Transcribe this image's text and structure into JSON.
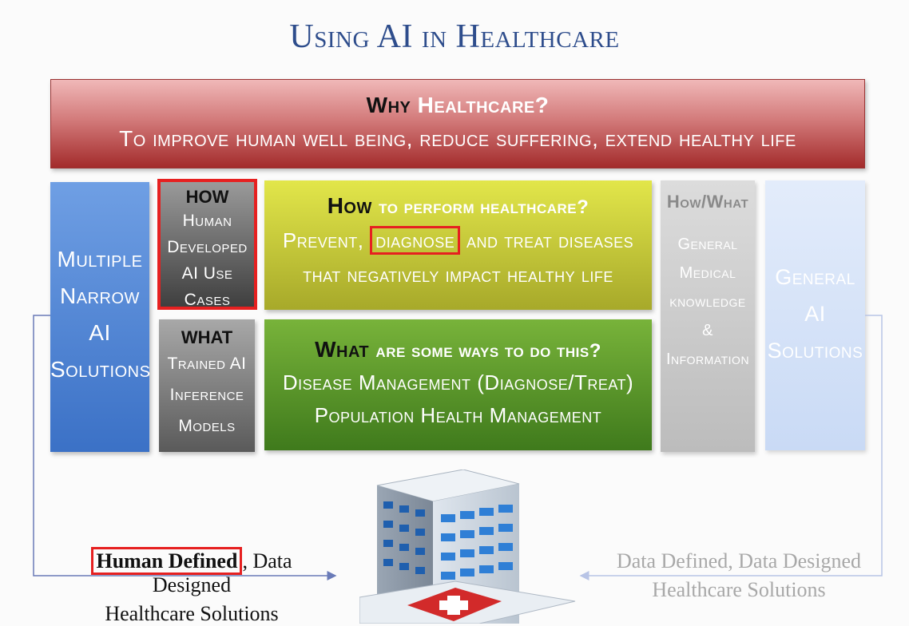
{
  "title": "Using AI in Healthcare",
  "why": {
    "keyword": "Why",
    "heading": "Healthcare?",
    "statement": "To improve human well being, reduce suffering, extend healthy life"
  },
  "left_column": {
    "lines": [
      "Multiple",
      "Narrow",
      "AI",
      "Solutions"
    ]
  },
  "how_small": {
    "keyword": "HOW",
    "lines": [
      "Human",
      "Developed",
      "AI Use Cases"
    ]
  },
  "what_small": {
    "keyword": "WHAT",
    "lines": [
      "Trained AI",
      "Inference",
      "Models"
    ]
  },
  "how_big": {
    "keyword": "How",
    "heading_rest": "to perform healthcare?",
    "line2_pre": "Prevent, ",
    "line2_highlight": "diagnose",
    "line2_post": " and treat diseases",
    "line3": "that negatively impact healthy life"
  },
  "what_big": {
    "keyword": "What",
    "heading_rest": "are some ways to do this?",
    "line2": "Disease Management (Diagnose/Treat)",
    "line3": "Population Health Management"
  },
  "general_knowledge": {
    "keyword": "How/What",
    "lines": [
      "General",
      "Medical",
      "knowledge",
      "&",
      "Information"
    ]
  },
  "right_column": {
    "lines": [
      "General",
      "AI",
      "Solutions"
    ]
  },
  "captions": {
    "left_highlight": "Human Defined",
    "left_rest": ", Data Designed",
    "left_line2": "Healthcare Solutions",
    "right_line1": "Data Defined, Data Designed",
    "right_line2": "Healthcare Solutions"
  },
  "colors": {
    "title": "#2e4d8c",
    "why_band": "#c85a5a",
    "narrow_blue": "#4a7fd0",
    "how_yellow": "#c8cb3a",
    "what_green": "#5a9a2a",
    "highlight_red": "#e62020"
  },
  "icons": [
    "hospital-building-icon",
    "medical-cross-icon"
  ]
}
